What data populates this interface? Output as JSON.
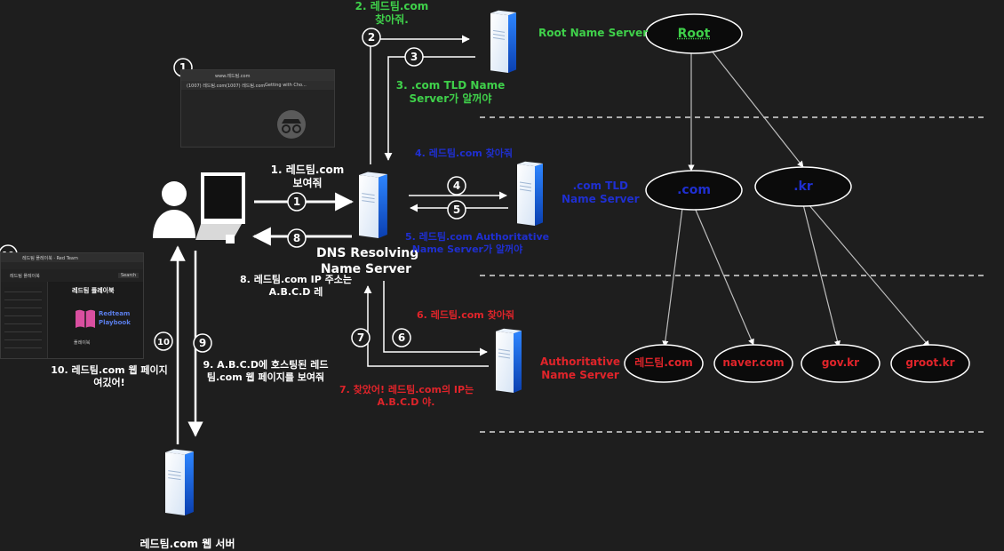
{
  "colors": {
    "background": "#1e1e1e",
    "green": "#3fd04a",
    "blue": "#1f2fd0",
    "red": "#e0242a",
    "server": "#1f73e8"
  },
  "steps": {
    "s1": "1. 레드팀.com\n보여줘",
    "s2": "2. 레드팀.com\n찾아줘.",
    "s3": "3. .com TLD Name\nServer가 알꺼야",
    "s4": "4. 레드팀.com 찾아줘",
    "s5": "5. 레드팀.com Authoritative\nName Server가 알꺼야",
    "s6": "6. 레드팀.com 찾아줘",
    "s7": "7. 찾았어! 레드팀.com의 IP는\nA.B.C.D 야.",
    "s8": "8. 레드팀.com IP 주소는\nA.B.C.D 레",
    "s9": "9. A.B.C.D에 호스팅된 레드\n팀.com 웹 페이지를 보여줘",
    "s10": "10. 레드팀.com 웹 페이지\n여깄어!"
  },
  "badges": [
    "1",
    "2",
    "3",
    "4",
    "5",
    "6",
    "7",
    "8",
    "9",
    "10"
  ],
  "servers": {
    "dns": "DNS Resolving\nName Server",
    "root": "Root Name Server",
    "tld": ".com TLD\nName Server",
    "auth": "Authoritative\nName Server",
    "web": "레드팀.com 웹 서버"
  },
  "tree": {
    "root": "Root",
    "com": ".com",
    "kr": ".kr",
    "redteam": "레드팀.com",
    "naver": "naver.com",
    "gov": "gov.kr",
    "groot": "groot.kr"
  },
  "browser": {
    "url": "www.레드팀.com",
    "bookmark_1": "(1007) 레드팀.com",
    "bookmark_2": "(1007) 레드팀.com",
    "bookmark_3": "Getting with Cho..."
  },
  "webpage": {
    "tab": "레드팀 플레이북 · Red Team",
    "sidebar_title": "레드팀 플레이북",
    "heading": "레드팀 플레이북",
    "logo_line1": "Redteam",
    "logo_line2": "Playbook",
    "caption": "플레이북",
    "search": "Search"
  }
}
